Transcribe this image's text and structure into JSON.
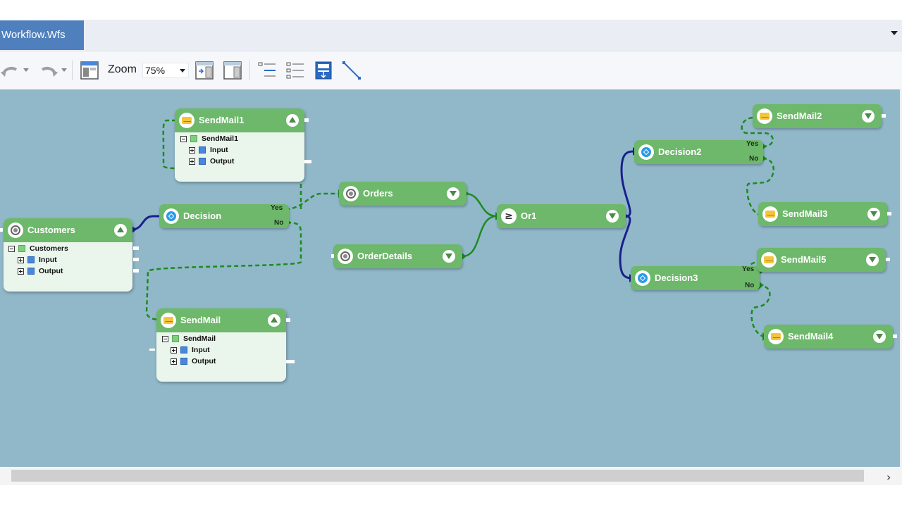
{
  "window": {
    "tab_title": "Workflow.Wfs"
  },
  "toolbar": {
    "zoom_label": "Zoom",
    "zoom_value": "75%",
    "buttons": [
      "undo-icon",
      "redo-icon",
      "layout-icon",
      "add-panel-icon",
      "remove-panel-icon",
      "list-collapse-icon",
      "list-expand-icon",
      "save-layout-icon",
      "connector-icon"
    ]
  },
  "nodes": {
    "customers": {
      "label": "Customers",
      "tree_root": "Customers",
      "tree_children": [
        "Input",
        "Output"
      ]
    },
    "decision": {
      "label": "Decision",
      "yes": "Yes",
      "no": "No"
    },
    "sendmail1": {
      "label": "SendMail1",
      "tree_root": "SendMail1",
      "tree_children": [
        "Input",
        "Output"
      ]
    },
    "sendmail": {
      "label": "SendMail",
      "tree_root": "SendMail",
      "tree_children": [
        "Input",
        "Output"
      ]
    },
    "orders": {
      "label": "Orders"
    },
    "orderdetails": {
      "label": "OrderDetails"
    },
    "or1": {
      "label": "Or1"
    },
    "decision2": {
      "label": "Decision2",
      "yes": "Yes",
      "no": "No"
    },
    "decision3": {
      "label": "Decision3",
      "yes": "Yes",
      "no": "No"
    },
    "sendmail2": {
      "label": "SendMail2"
    },
    "sendmail3": {
      "label": "SendMail3"
    },
    "sendmail5": {
      "label": "SendMail5"
    },
    "sendmail4": {
      "label": "SendMail4"
    }
  },
  "colors": {
    "canvas": "#90b8c9",
    "node": "#6db86a",
    "tab": "#4f80bd",
    "wire_blue": "#1a1f8c",
    "wire_green": "#1e8a1e"
  }
}
